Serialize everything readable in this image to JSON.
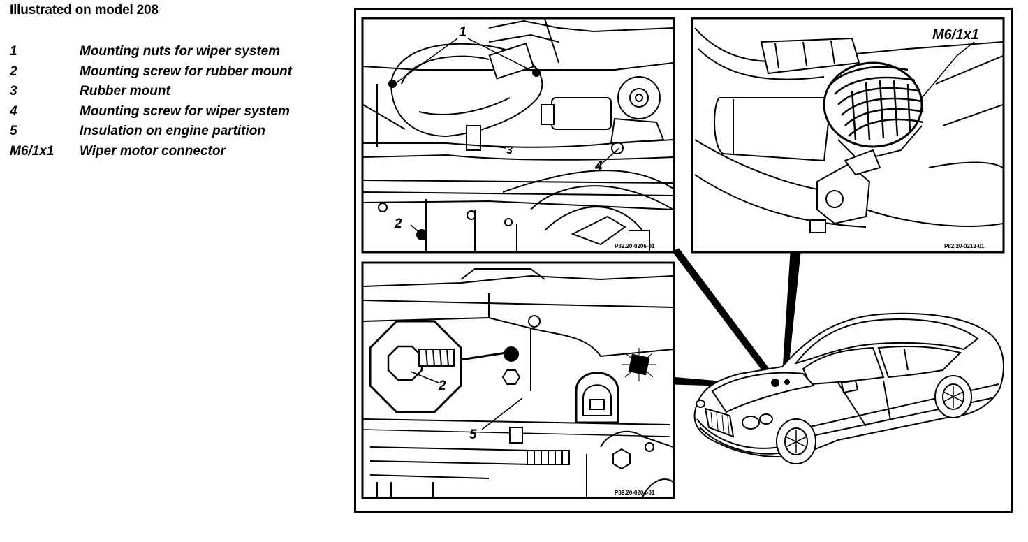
{
  "header": {
    "title": "Illustrated on model 208"
  },
  "legend": {
    "items": [
      {
        "key": "1",
        "text": "Mounting nuts for wiper system"
      },
      {
        "key": "2",
        "text": "Mounting screw for rubber mount"
      },
      {
        "key": "3",
        "text": "Rubber mount"
      },
      {
        "key": "4",
        "text": "Mounting screw for wiper system"
      },
      {
        "key": "5",
        "text": "Insulation on engine partition"
      },
      {
        "key": "M6/1x1",
        "text": "Wiper motor connector"
      }
    ]
  },
  "diagram": {
    "panels": {
      "top_left": {
        "callouts": {
          "c1": "1",
          "c3": "3",
          "c4": "4",
          "c2": "2"
        },
        "figure_code": "P82.20-0206-01"
      },
      "top_right": {
        "callouts": {
          "m6": "M6/1x1"
        },
        "figure_code": "P82.20-0213-01"
      },
      "bottom_left": {
        "callouts": {
          "c2": "2",
          "c5": "5"
        },
        "figure_code": "P82.20-0204-01"
      }
    }
  }
}
